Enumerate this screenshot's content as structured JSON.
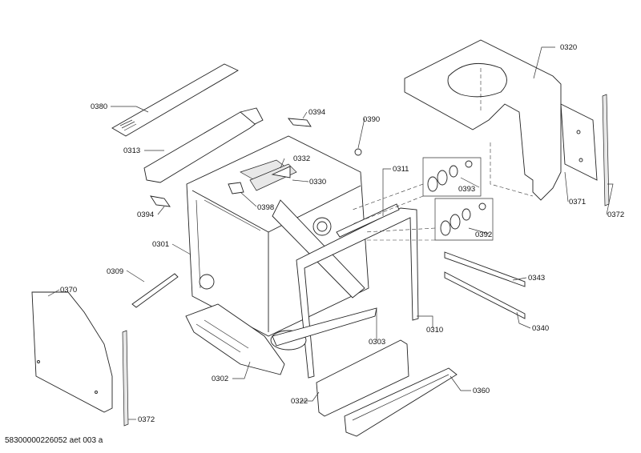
{
  "diagram": {
    "caption": "58300000226052 aet 003 a",
    "labels": {
      "l0320": "0320",
      "l0380": "0380",
      "l0394a": "0394",
      "l0390": "0390",
      "l0313": "0313",
      "l0332": "0332",
      "l0311": "0311",
      "l0330": "0330",
      "l0393": "0393",
      "l0371": "0371",
      "l0372a": "0372",
      "l0394b": "0394",
      "l0398": "0398",
      "l0392": "0392",
      "l0301": "0301",
      "l0309": "0309",
      "l0343": "0343",
      "l0370": "0370",
      "l0340": "0340",
      "l0310": "0310",
      "l0303": "0303",
      "l0302": "0302",
      "l0360": "0360",
      "l0322": "0322",
      "l0372b": "0372"
    }
  }
}
